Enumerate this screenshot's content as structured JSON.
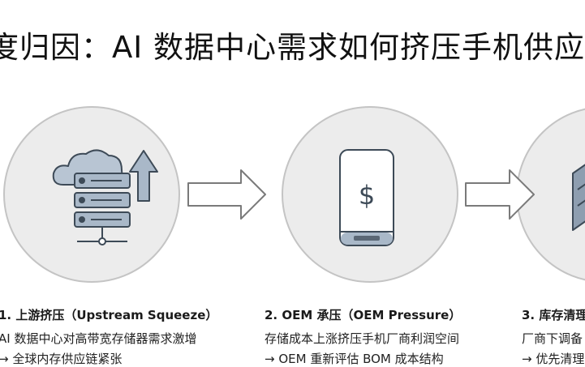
{
  "title": "度归因：AI 数据中心需求如何挤压手机供应",
  "stages": [
    {
      "heading": "1. 上游挤压（Upstream Squeeze）",
      "line1": "AI 数据中心对高带宽存储器需求激增",
      "line2": "→ 全球内存供应链紧张",
      "icon": "server-cloud-upload-icon"
    },
    {
      "heading": "2. OEM 承压（OEM Pressure）",
      "line1": "存储成本上涨挤压手机厂商利润空间",
      "line2": "→ OEM 重新评估 BOM 成本结构",
      "icon": "smartphone-dollar-icon"
    },
    {
      "heading": "3. 库存清理",
      "line1": "厂商下调备",
      "line2": "→ 优先清理",
      "icon": "inventory-box-icon"
    }
  ],
  "colors": {
    "circle_fill": "#ececec",
    "circle_stroke": "#c4c4c4",
    "icon_fill": "#a9b8c8",
    "icon_stroke": "#3d4a57",
    "arrow_fill": "#ffffff",
    "arrow_stroke": "#7a7a7a"
  }
}
